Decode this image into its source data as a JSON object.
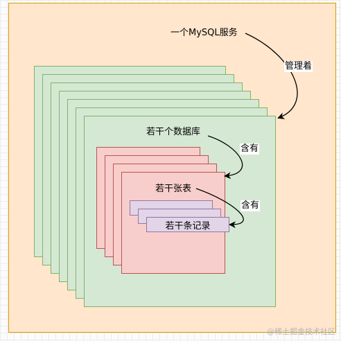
{
  "diagram": {
    "service_label": "一个MySQL服务",
    "database_label": "若干个数据库",
    "table_label": "若干张表",
    "record_label": "若干条记录",
    "edges": [
      {
        "label": "管理着"
      },
      {
        "label": "含有"
      },
      {
        "label": "含有"
      }
    ]
  },
  "watermark": "@稀土掘金技术社区",
  "colors": {
    "service_fill": "#ffe6cc",
    "service_stroke": "#d79b00",
    "database_fill": "#d5e8d4",
    "database_stroke": "#82b366",
    "table_fill": "#f8cecc",
    "table_stroke": "#b85450",
    "record_fill": "#e1d5e7",
    "record_stroke": "#9673a6"
  }
}
